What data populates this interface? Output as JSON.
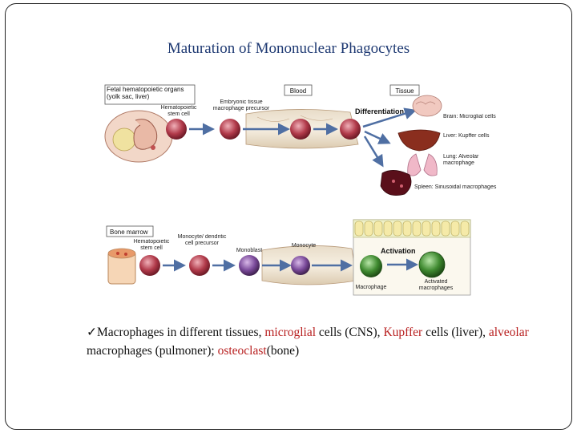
{
  "title": "Maturation of Mononuclear Phagocytes",
  "colors": {
    "title": "#1f3a73",
    "highlight": "#b81f1f",
    "cell": "#b13a4a",
    "macrophage": "#3f8a30",
    "arrow": "#4f6fa3"
  },
  "fetal": {
    "header": "Fetal hematopoietic organs (yolk sac, liver)",
    "hsc_label": "Hematopoietic stem cell",
    "precursor_label": "Embryonic tissue macrophage precursor",
    "blood_label": "Blood",
    "tissue_label": "Tissue",
    "differentiation_label": "Differentiation",
    "brain_label": "Brain: Microglial cells",
    "liver_label": "Liver: Kupffer cells",
    "lung_label": "Lung: Alveolar macrophage",
    "spleen_label": "Spleen: Sinusoidal macrophages"
  },
  "marrow": {
    "header": "Bone marrow",
    "hsc_label": "Hematopoietic stem cell",
    "precursor_label": "Monocyte/ dendritic cell precursor",
    "monoblast_label": "Monoblast",
    "monocyte_label": "Monocyte",
    "activation_label": "Activation",
    "macrophage_label": "Macrophage",
    "activated_label": "Activated macrophages"
  },
  "caption": {
    "check": "✓",
    "t1": "Macrophages in different tissues, ",
    "microglial": "microglial",
    "t2": " cells (CNS), ",
    "kupffer": "Kupffer",
    "t3": " cells (liver), ",
    "alveolar": "alveolar",
    "t4": " macrophages (pulmoner); ",
    "osteoclast": "osteoclast",
    "t5": "(bone)"
  }
}
